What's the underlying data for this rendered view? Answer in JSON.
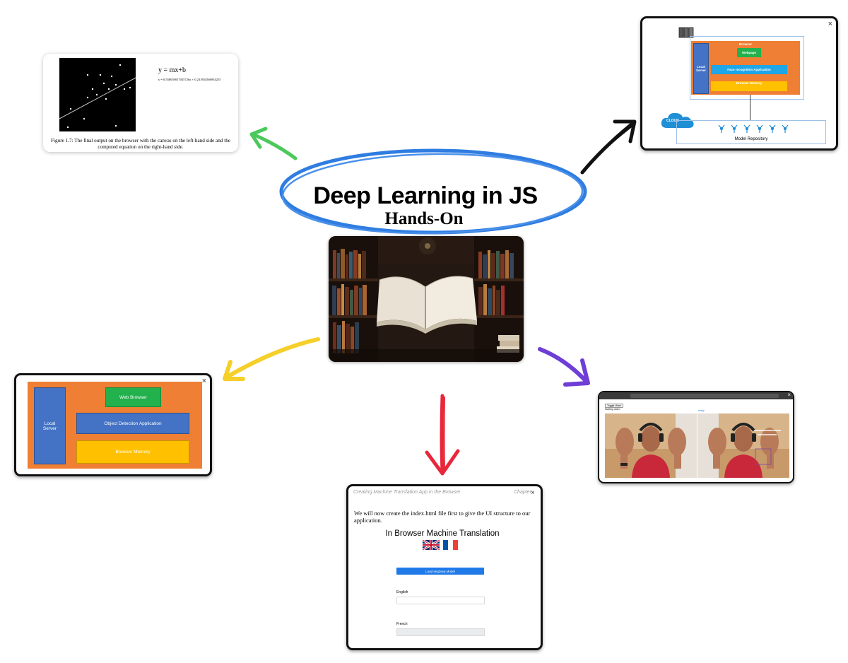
{
  "center": {
    "title": "Deep Learning in JS",
    "subtitle": "Hands-On"
  },
  "card_regression": {
    "equation": "y = mx+b",
    "computed": "y = 0.558039017035726x + 0.231854566954255",
    "caption": "Figure 1.7: The final output on the browser with the canvas on the left-hand side and the computed equation on the right-hand side."
  },
  "card_face": {
    "close": "×",
    "browser": "Browser",
    "webpage": "Webpage",
    "local_server": "Local Server",
    "face_app": "Face recognition Application",
    "browser_memory": "Browser Memory",
    "cloud": "CLOUD",
    "model_repo": "Model Repository"
  },
  "card_object": {
    "close": "×",
    "web_browser": "Web Browser",
    "local_server": "Local Server",
    "object_app": "Object Detection Application",
    "browser_memory": "Browser Memory"
  },
  "card_translation": {
    "header": "Creating Machine Translation App in the Browser",
    "chapter": "Chapter",
    "close": "×",
    "intro": "We will now create the index.html file first to give the UI structure to our application.",
    "app_title": "In Browser Machine Translation",
    "load_button": "Load seq2seq Model",
    "english_label": "English",
    "french_label": "French"
  },
  "card_gesture": {
    "close": "×",
    "button": "Toggle Video",
    "status": "Starting video",
    "label": "ready"
  },
  "colors": {
    "blue_ellipse": "#2f7de1",
    "green_arrow": "#4cc95a",
    "black_arrow": "#111111",
    "yellow_arrow": "#f5cf2a",
    "purple_arrow": "#6e3ed6",
    "red_arrow": "#e8283a",
    "orange_panel": "#ef7f34",
    "blue_box": "#4472c4",
    "green_box": "#22b14c",
    "yellow_box": "#ffc000"
  }
}
